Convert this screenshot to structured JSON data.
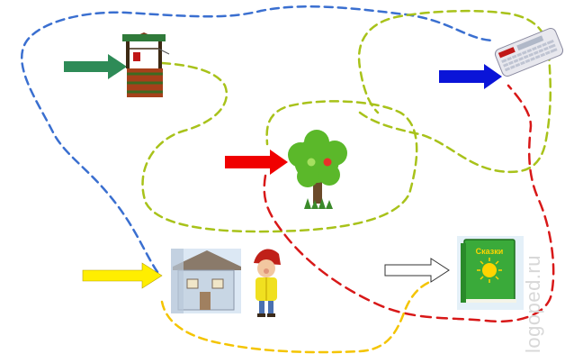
{
  "watermark": "logoped.ru",
  "book_title": "Сказки",
  "arrows": [
    {
      "name": "green-arrow",
      "color": "#2e8b57"
    },
    {
      "name": "blue-arrow",
      "color": "#0a14d8"
    },
    {
      "name": "red-arrow",
      "color": "#f00000"
    },
    {
      "name": "yellow-arrow",
      "color": "#ffee00"
    },
    {
      "name": "white-arrow",
      "color": "#ffffff"
    }
  ],
  "paths": [
    {
      "name": "blue-dashed-path",
      "color": "#3a6fd0"
    },
    {
      "name": "olive-dashed-path",
      "color": "#a8c21a"
    },
    {
      "name": "red-dashed-path",
      "color": "#d81818"
    },
    {
      "name": "yellow-dashed-path",
      "color": "#f4c400"
    }
  ],
  "pictures": [
    {
      "name": "well-picture",
      "icon": "well-icon"
    },
    {
      "name": "keyboard-picture",
      "icon": "keyboard-icon"
    },
    {
      "name": "tree-picture",
      "icon": "apple-tree-icon"
    },
    {
      "name": "house-picture",
      "icon": "fairy-house-icon"
    },
    {
      "name": "gnome-picture",
      "icon": "gnome-icon"
    },
    {
      "name": "book-picture",
      "icon": "book-icon"
    }
  ]
}
